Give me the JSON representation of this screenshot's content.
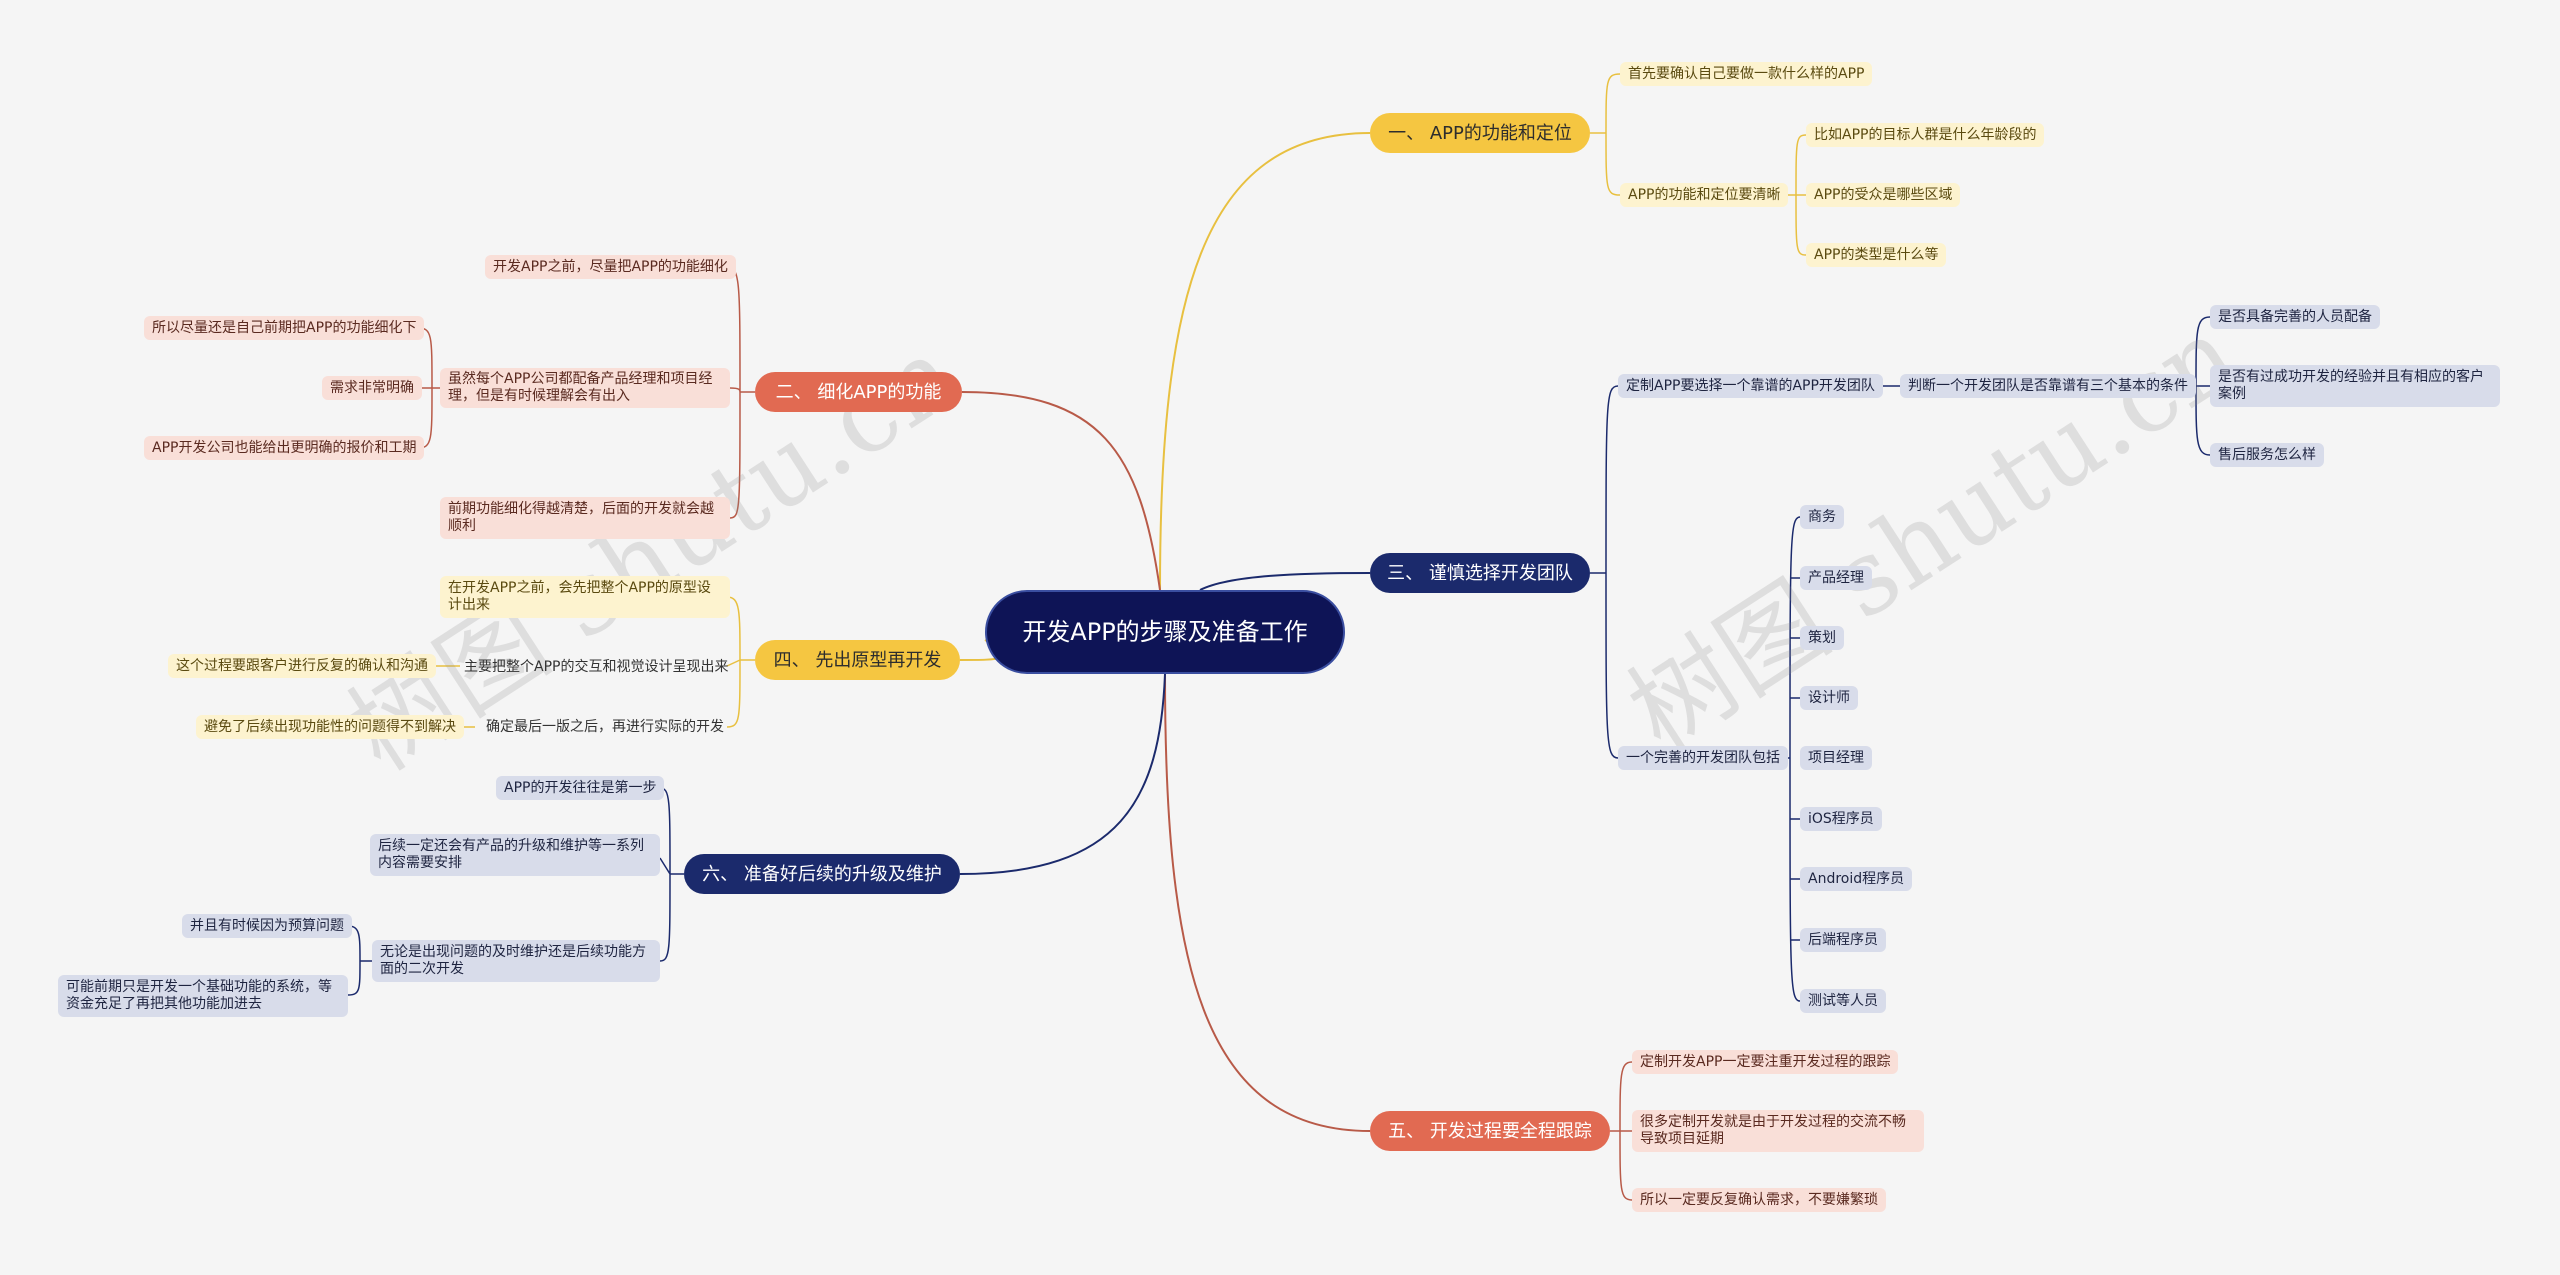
{
  "root": {
    "title": "开发APP的步骤及准备工作"
  },
  "branches": {
    "b1": {
      "label": "一、 APP的功能和定位"
    },
    "b2": {
      "label": "二、 细化APP的功能"
    },
    "b3": {
      "label": "三、 谨慎选择开发团队"
    },
    "b4": {
      "label": "四、 先出原型再开发"
    },
    "b5": {
      "label": "五、 开发过程要全程跟踪"
    },
    "b6": {
      "label": "六、 准备好后续的升级及维护"
    }
  },
  "b1_items": {
    "first": "首先要确认自己要做一款什么样的APP",
    "clear": "APP的功能和定位要清晰",
    "sub": [
      "比如APP的目标人群是什么年龄段的",
      "APP的受众是哪些区域",
      "APP的类型是什么等"
    ]
  },
  "b2_items": {
    "first": "开发APP之前，尽量把APP的功能细化",
    "pm": "虽然每个APP公司都配备产品经理和项目经理，但是有时候理解会有出入",
    "pm_sub": [
      "所以尽量还是自己前期把APP的功能细化下",
      "需求非常明确",
      "APP开发公司也能给出更明确的报价和工期"
    ],
    "last": "前期功能细化得越清楚，后面的开发就会越顺利"
  },
  "b3_items": {
    "team": "定制APP要选择一个靠谱的APP开发团队",
    "judge": "判断一个开发团队是否靠谱有三个基本的条件",
    "conditions": [
      "是否具备完善的人员配备",
      "是否有过成功开发的经验并且有相应的客户案例",
      "售后服务怎么样"
    ],
    "members_label": "一个完善的开发团队包括",
    "members": [
      "商务",
      "产品经理",
      "策划",
      "设计师",
      "项目经理",
      "iOS程序员",
      "Android程序员",
      "后端程序员",
      "测试等人员"
    ]
  },
  "b4_items": {
    "first": "在开发APP之前，会先把整个APP的原型设计出来",
    "main": "主要把整个APP的交互和视觉设计呈现出来",
    "main_sub": "这个过程要跟客户进行反复的确认和沟通",
    "confirm": "确定最后一版之后，再进行实际的开发",
    "confirm_sub": "避免了后续出现功能性的问题得不到解决"
  },
  "b5_items": [
    "定制开发APP一定要注重开发过程的跟踪",
    "很多定制开发就是由于开发过程的交流不畅导致项目延期",
    "所以一定要反复确认需求，不要嫌繁琐"
  ],
  "b6_items": {
    "first": "APP的开发往往是第一步",
    "second": "后续一定还会有产品的升级和维护等一系列内容需要安排",
    "third": "无论是出现问题的及时维护还是后续功能方面的二次开发",
    "third_sub": [
      "并且有时候因为预算问题",
      "可能前期只是开发一个基础功能的系统，等资金充足了再把其他功能加进去"
    ]
  },
  "watermark": "树图 shutu.cn",
  "colors": {
    "yellow": "#f5c641",
    "red": "#e16a52",
    "navy": "#1b2a6c",
    "root": "#0e1456"
  }
}
